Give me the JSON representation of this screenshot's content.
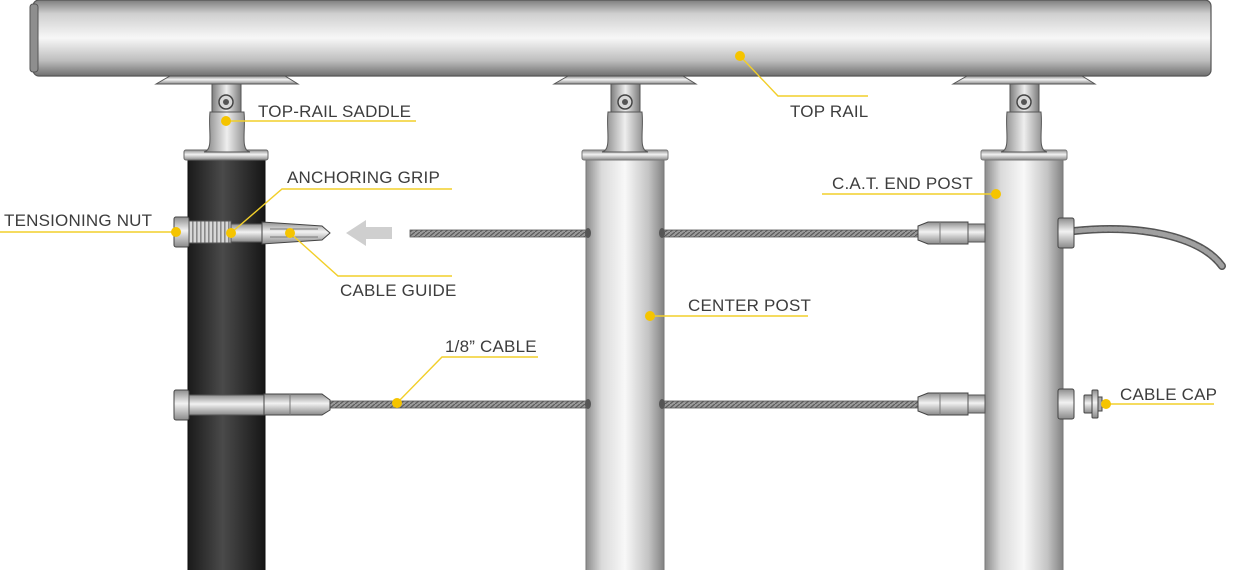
{
  "labels": {
    "top_rail": "TOP RAIL",
    "top_rail_saddle": "TOP-RAIL SADDLE",
    "anchoring_grip": "ANCHORING GRIP",
    "tensioning_nut": "TENSIONING NUT",
    "cable_guide": "CABLE GUIDE",
    "center_post": "CENTER POST",
    "cat_end_post": "C.A.T. END POST",
    "cable_1_8": "1/8” CABLE",
    "cable_cap": "CABLE CAP"
  },
  "colors": {
    "leader_yellow": "#f2cf2a",
    "dot_yellow": "#f5c400",
    "label_text": "#3d3d3d",
    "dark_post": "#2b2b2b",
    "steel_light": "#f4f4f4",
    "steel_dark": "#8a8a8a"
  }
}
